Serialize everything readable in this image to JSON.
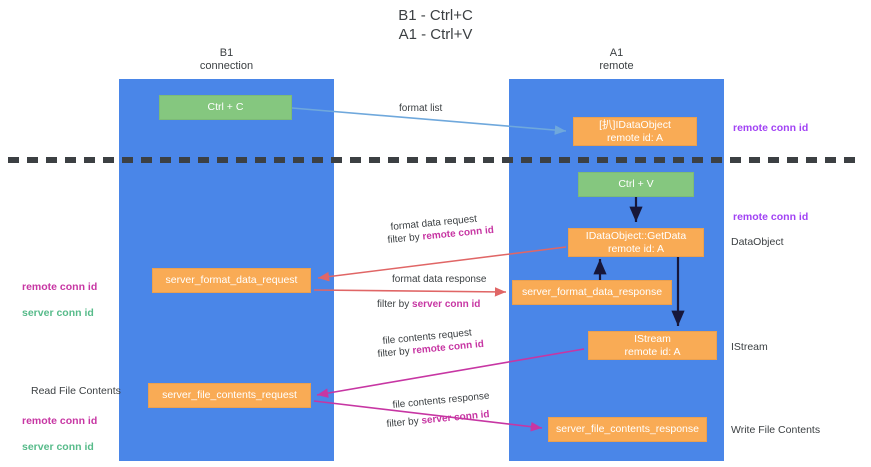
{
  "title": "B1 - Ctrl+C\nA1 - Ctrl+V",
  "lanes": [
    {
      "id": "b1",
      "heading": "B1\nconnection",
      "color": "#4a86e8"
    },
    {
      "id": "a1",
      "heading": "A1\nremote",
      "color": "#4a86e8"
    }
  ],
  "colors": {
    "lane": "#4a86e8",
    "green_node": "#85c77f",
    "orange_node": "#f9ab55",
    "purple_text": "#a142f4",
    "magenta_text": "#c736a3",
    "green_text": "#57bb8a",
    "dark_text": "#3c4043",
    "arrow_blue": "#6fa8dc",
    "arrow_red": "#e06666",
    "arrow_magenta": "#c736a3",
    "arrow_dark": "#1f1f4d",
    "divider": "#3c4043"
  },
  "nodes": {
    "ctrl_c": {
      "label": "Ctrl + C",
      "style": "green",
      "lane": "b1"
    },
    "get_data_object": {
      "label": "[扒]IDataObject\nremote id: A",
      "style": "orange",
      "lane": "a1"
    },
    "ctrl_v": {
      "label": "Ctrl + V",
      "style": "green",
      "lane": "a1"
    },
    "idataobject_getdata": {
      "label": "IDataObject::GetData\nremote id: A",
      "style": "orange",
      "lane": "a1"
    },
    "server_format_data_request": {
      "label": "server_format_data_request",
      "style": "orange",
      "lane": "b1"
    },
    "server_format_data_response": {
      "label": "server_format_data_response",
      "style": "orange",
      "lane": "a1"
    },
    "istream": {
      "label": "IStream\nremote id: A",
      "style": "orange",
      "lane": "a1"
    },
    "server_file_contents_request": {
      "label": "server_file_contents_request",
      "style": "orange",
      "lane": "b1"
    },
    "server_file_contents_response": {
      "label": "server_file_contents_response",
      "style": "orange",
      "lane": "a1"
    }
  },
  "edge_labels": {
    "format_list": "format list",
    "format_data_request": "format data request",
    "format_data_request_filter_prefix": "filter by ",
    "format_data_request_filter_key": "remote conn id",
    "format_data_response": "format data response",
    "format_data_response_filter_prefix": "filter by ",
    "format_data_response_filter_key": "server conn id",
    "file_contents_request": "file contents request",
    "file_contents_request_filter_prefix": "filter by ",
    "file_contents_request_filter_key": "remote conn id",
    "file_contents_response": "file contents response",
    "file_contents_response_filter_prefix": "filter by ",
    "file_contents_response_filter_key": "server conn id"
  },
  "annotations": {
    "right_remote_conn_id_top": "remote conn id",
    "right_remote_conn_id_mid": "remote conn id",
    "right_dataobject": "DataObject",
    "right_istream": "IStream",
    "right_write_file_contents": "Write File Contents",
    "left_conn_ids": "remote conn id\nserver conn id",
    "left_read_file_contents": "Read File Contents",
    "left_conn_ids_bottom": "remote conn id\nserver conn id"
  }
}
